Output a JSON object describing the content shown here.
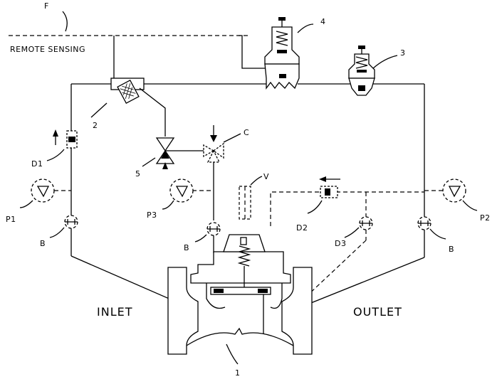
{
  "labels": {
    "remote_sensing": "REMOTE SENSING",
    "inlet": "INLET",
    "outlet": "OUTLET",
    "F": "F",
    "n4": "4",
    "n3": "3",
    "n2": "2",
    "n5": "5",
    "n1": "1",
    "C": "C",
    "V": "V",
    "D1": "D1",
    "D2": "D2",
    "D3": "D3",
    "P1": "P1",
    "P2": "P2",
    "P3": "P3",
    "B_left": "B",
    "B_mid": "B",
    "B_right": "B"
  }
}
